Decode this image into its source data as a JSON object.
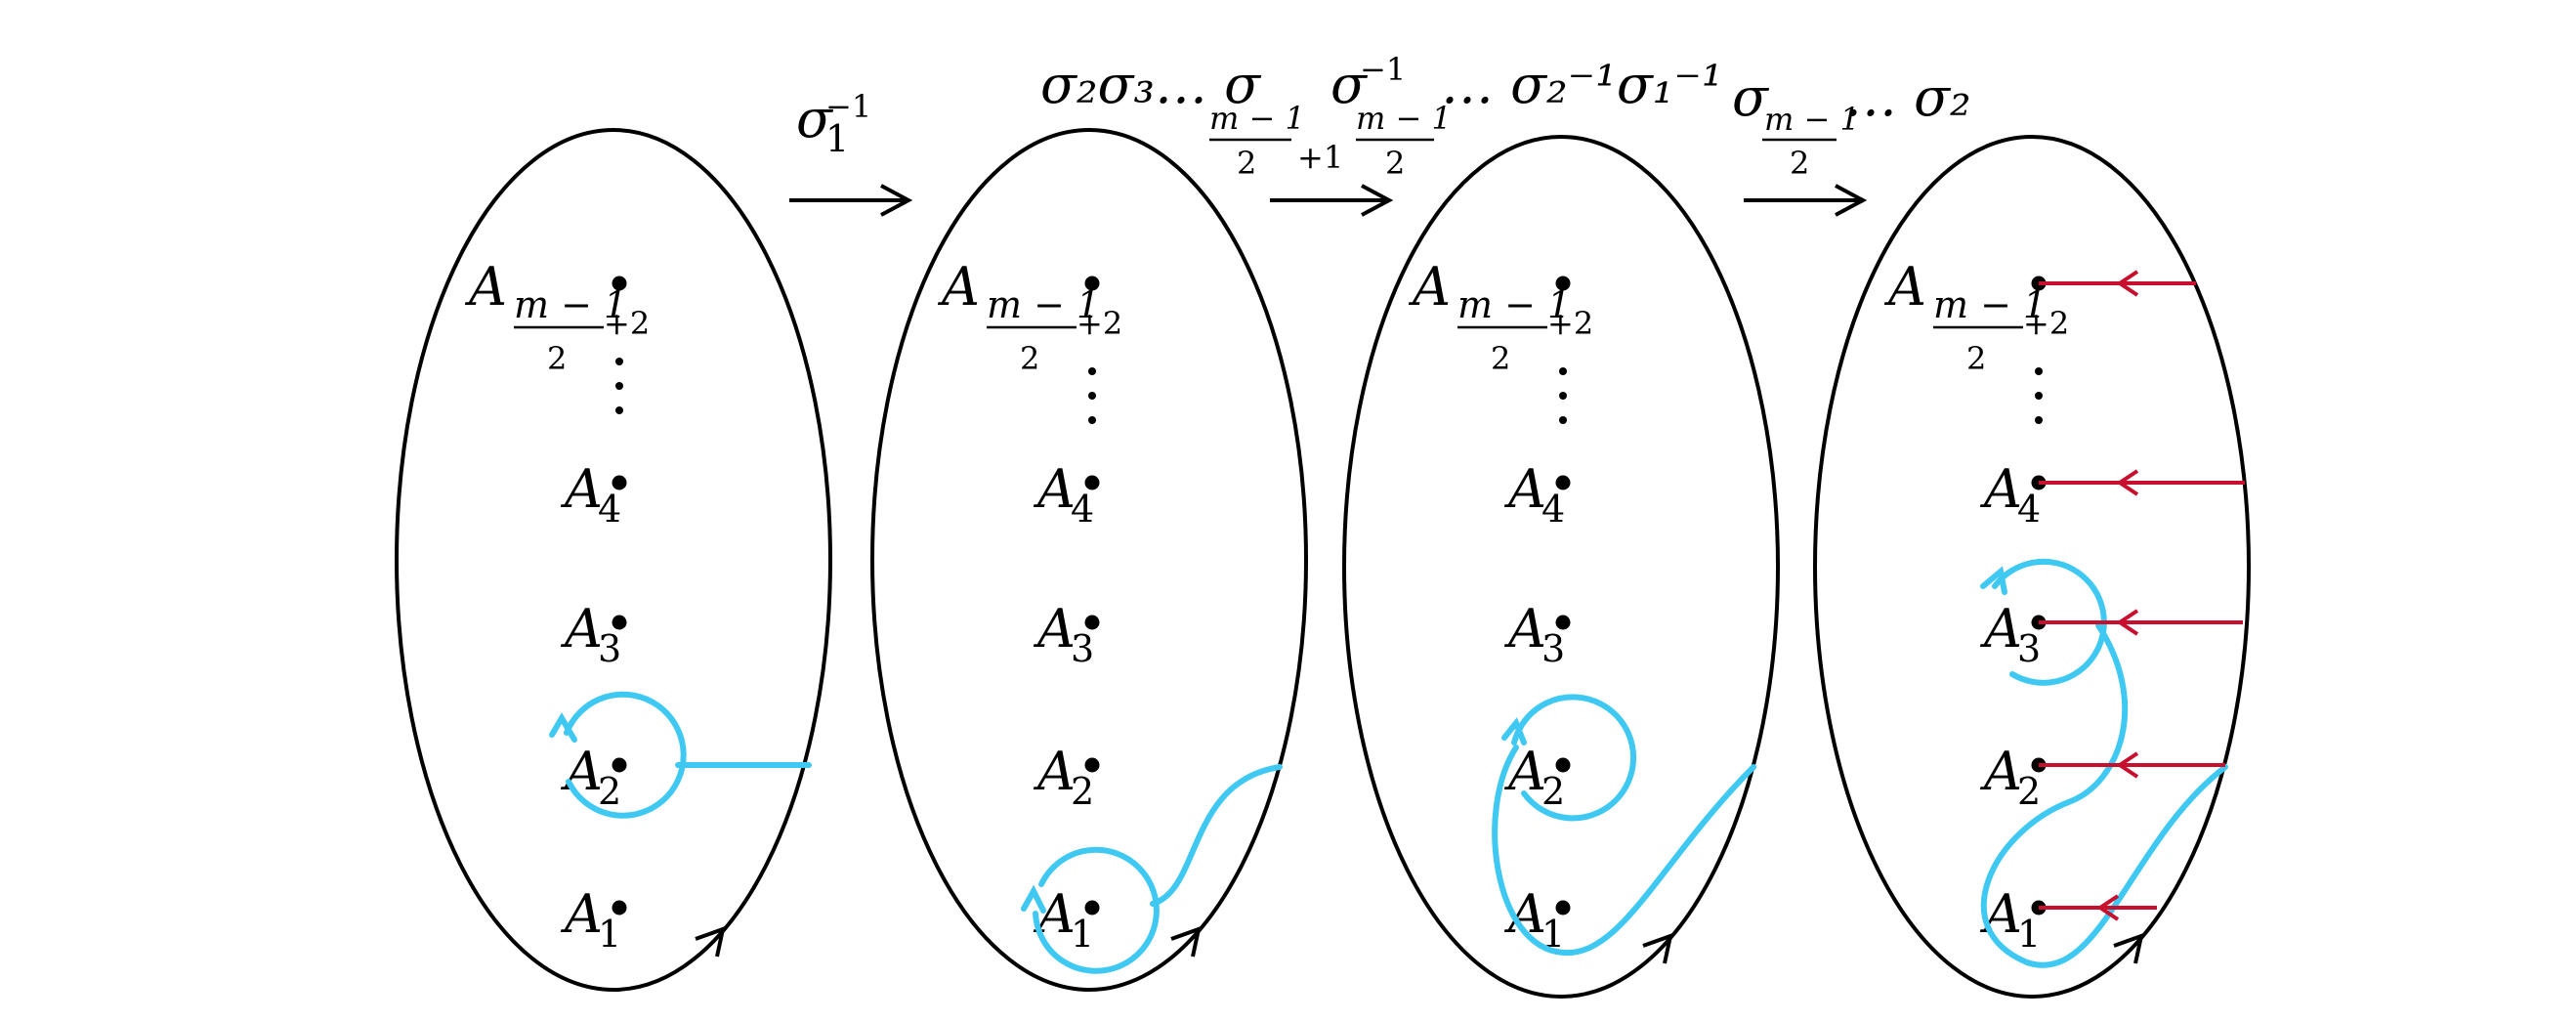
{
  "colors": {
    "outline": "#000000",
    "curve": "#3fc9f2",
    "arc": "#c8102e"
  },
  "arrows": [
    {
      "label_main": "σ",
      "label_sub": "1",
      "label_sup": "−1"
    },
    {
      "label_prefix": "σ₂σ₃… σ",
      "label_frac_num": "m − 1",
      "label_frac_den": "2",
      "label_frac_tail": "+1",
      "label_mid": "σ",
      "label_mid_sup": "−1",
      "label_mid_frac_num": "m − 1",
      "label_mid_frac_den": "2",
      "label_suffix": "… σ₂⁻¹σ₁⁻¹"
    },
    {
      "label_main": "σ",
      "label_frac_num": "m − 1",
      "label_frac_den": "2",
      "label_suffix": "… σ₂"
    }
  ],
  "point_labels": {
    "top_main": "A",
    "top_frac_num": "m − 1",
    "top_frac_den": "2",
    "top_tail": "+2",
    "dots": "⋮",
    "a4": "A",
    "a4_sub": "4",
    "a3": "A",
    "a3_sub": "3",
    "a2": "A",
    "a2_sub": "2",
    "a1": "A",
    "a1_sub": "1"
  },
  "panels": [
    {
      "name": "panel-1"
    },
    {
      "name": "panel-2"
    },
    {
      "name": "panel-3"
    },
    {
      "name": "panel-4"
    }
  ]
}
